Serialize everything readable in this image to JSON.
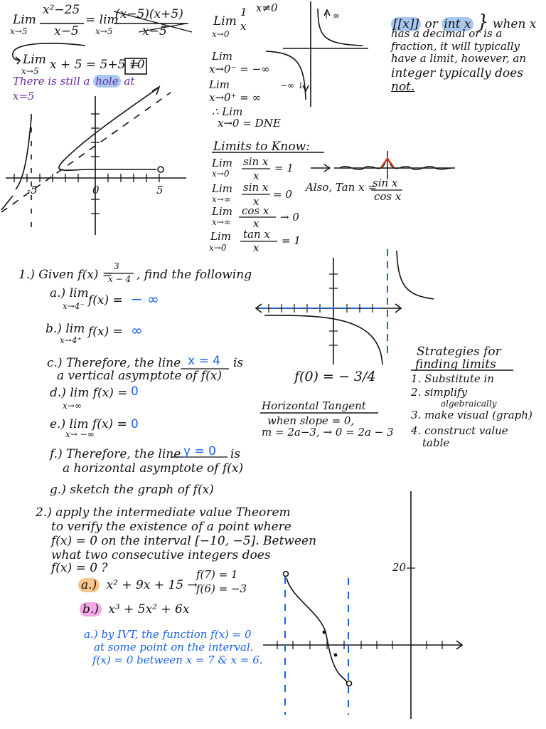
{
  "topleft": {
    "lim_main": "Lim",
    "lim_sub1": "x→5",
    "numer1": "x²−25",
    "denom1": "x−5",
    "eq_lim2": "= lim",
    "lim_sub2": "x→5",
    "numer2": "(x−5)(x+5)",
    "denom2": "x−5",
    "result_lim": "Lim",
    "result_sub": "x→5",
    "result_expr": "x + 5 = 5+5 =",
    "result_value": "10",
    "hole_note_1": "There is still a",
    "hole_word": "hole",
    "hole_note_2": "at",
    "hole_note_3": "x=5",
    "axis_ticks": [
      "-5",
      "0",
      "5"
    ]
  },
  "recip": {
    "lim": "Lim",
    "frac_n": "1",
    "frac_d": "x",
    "cond": "x≠0",
    "sub": "x→0",
    "left_lim": "Lim",
    "left_sub": "x→0⁻ = −∞",
    "right_lim": "Lim",
    "right_sub": "x→0⁺ = ∞",
    "therefore": "∴ Lim",
    "dne_sub": "x→0 = DNE",
    "pos_inf": "↑ ∞",
    "neg_inf": "−∞ ↓"
  },
  "greatest": {
    "bracket": "[[x]]",
    "or": "or",
    "intx": "int x",
    "text1": "when x",
    "text2": "has a decimal or is a",
    "text3": "fraction, it will typically",
    "text4": "have a limit, however, an",
    "text5": "integer typically does",
    "text6": "not."
  },
  "limits_to_know": {
    "heading": "Limits to Know:",
    "l1_lim": "Lim",
    "l1_sub": "x→0",
    "l1_n": "sin x",
    "l1_d": "x",
    "l1_r": "= 1",
    "l2_lim": "Lim",
    "l2_sub": "x→∞",
    "l2_n": "sin x",
    "l2_d": "x",
    "l2_r": "= 0",
    "also": "Also, Tan x =",
    "tan_n": "sin x",
    "tan_d": "cos x",
    "l3_lim": "Lim",
    "l3_sub": "x→∞",
    "l3_n": "cos x",
    "l3_d": "x",
    "l3_r": "→ 0",
    "l4_lim": "Lim",
    "l4_sub": "x→0",
    "l4_n": "tan x",
    "l4_d": "x",
    "l4_r": "= 1"
  },
  "problem1": {
    "given": "1.) Given f(x) =",
    "frac_n": "3",
    "frac_d": "x − 4",
    "given_end": ", find the following",
    "a_label": "a.) lim",
    "a_sub": "x→4⁻",
    "a_expr": "f(x) =",
    "a_ans": "− ∞",
    "b_label": "b.) lim",
    "b_sub": "x→4⁺",
    "b_expr": "f(x) =",
    "b_ans": "∞",
    "c_1": "c.) Therefore, the line",
    "c_ans": "x = 4",
    "c_2": "is",
    "c_3": "a vertical asymptote of f(x)",
    "d_label": "d.) lim f(x) =",
    "d_sub": "x→∞",
    "d_ans": "0",
    "e_label": "e.) lim f(x) =",
    "e_sub": "x→ −∞",
    "e_ans": "0",
    "f_1": "f.) Therefore, the line",
    "f_ans": "y = 0",
    "f_2": "is",
    "f_3": "a horizontal asymptote of f(x)",
    "g": "g.) sketch the graph of f(x)",
    "f0": "f(0) = − 3/4"
  },
  "horizontal_tangent": {
    "heading": "Horizontal Tangent",
    "line1": "when slope = 0,",
    "line2": "m = 2a−3, → 0 = 2a − 3"
  },
  "strategies": {
    "heading1": "Strategies for",
    "heading2": "finding limits",
    "items": [
      "1. Substitute in",
      "2. simplify",
      "algebraically",
      "3. make visual (graph)",
      "4. construct value",
      "table"
    ]
  },
  "problem2": {
    "l1": "2.) apply the intermediate value Theorem",
    "l2": "to verify the existence of a point where",
    "l3": "f(x) = 0 on the interval [−10, −5]. Between",
    "l4": "what two consecutive integers does",
    "l5": "f(x) = 0 ?",
    "a_label": "a.)",
    "a_expr": "x² + 9x + 15 →",
    "a_f7": "f(7) = 1",
    "a_f6": "f(6) = −3",
    "b_label": "b.)",
    "b_expr": "x³ + 5x² + 6x",
    "ans1": "a.) by IVT, the function f(x) = 0",
    "ans2": "at some point on the interval.",
    "ans3": "f(x) = 0 between x = 7 & x = 6.",
    "graph_label": "20"
  }
}
